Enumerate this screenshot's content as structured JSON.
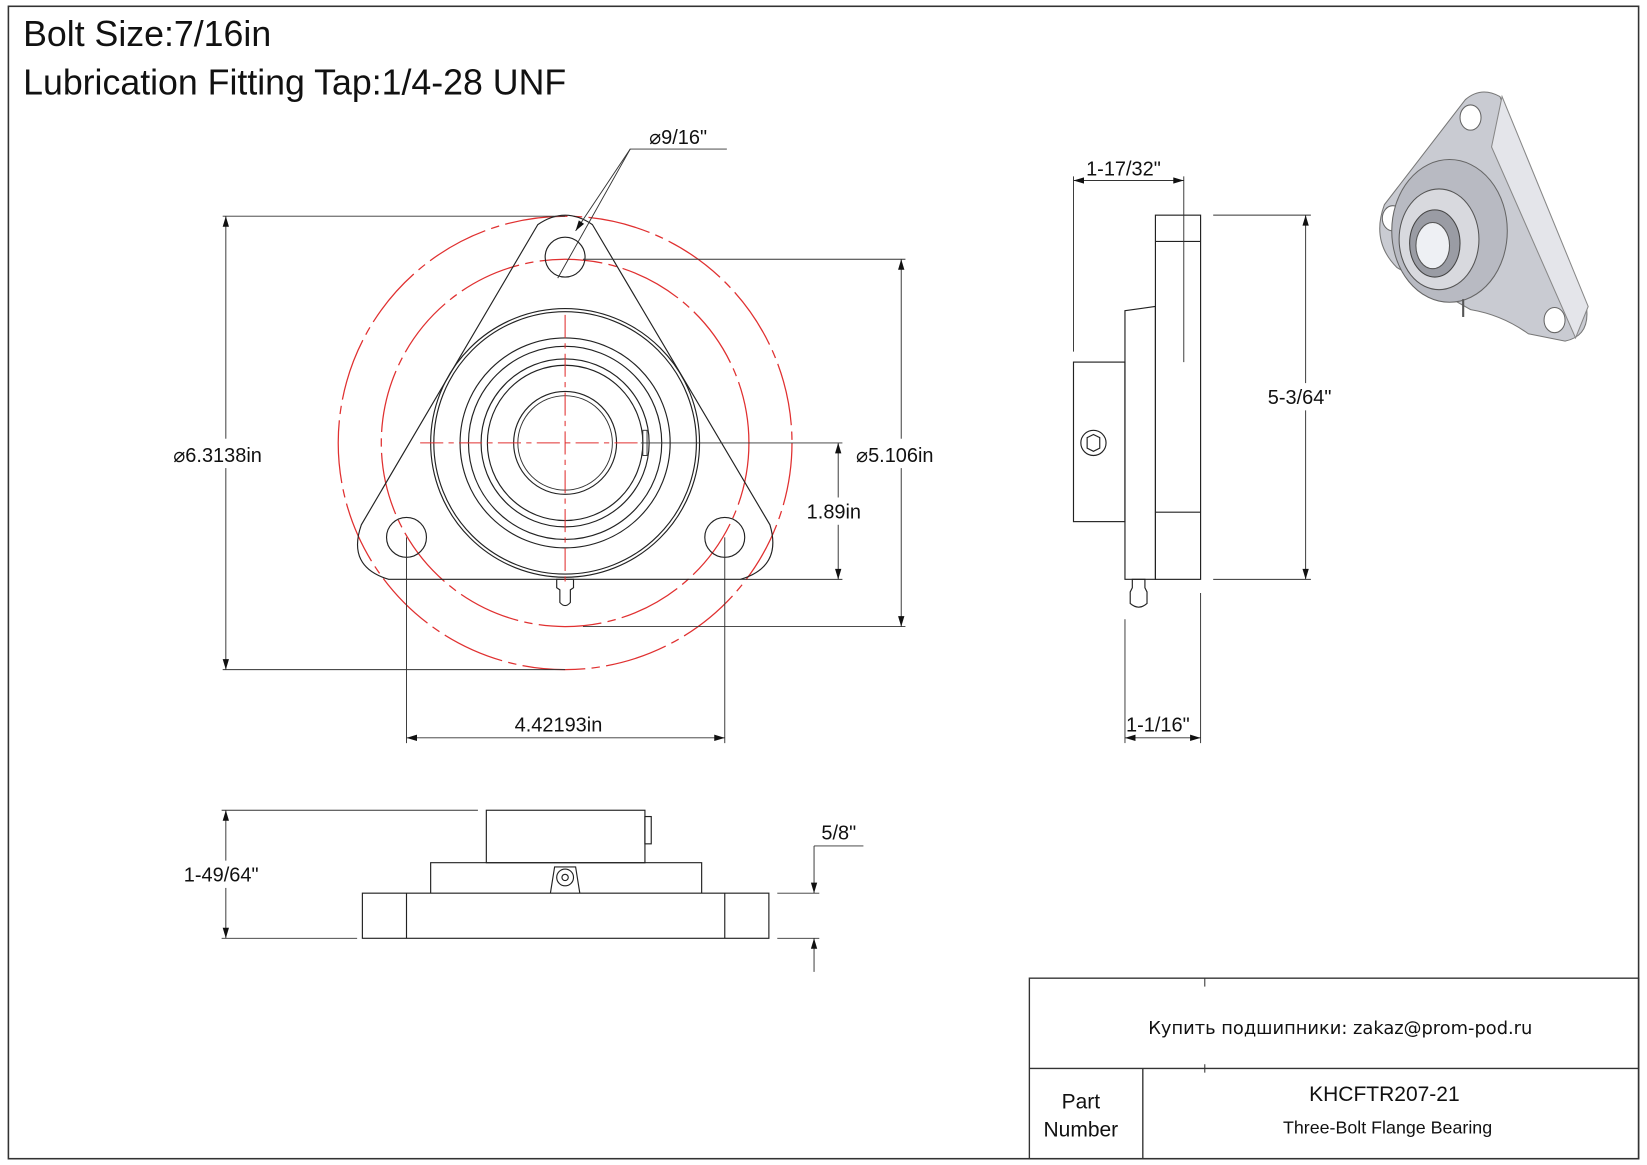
{
  "header": {
    "bolt_size": "Bolt Size:7/16in",
    "lubrication": "Lubrication Fitting Tap:1/4-28 UNF"
  },
  "dimensions": {
    "hole_dia": "⌀9/16\"",
    "outer_dia": "⌀6.3138in",
    "bolt_circle_dia": "⌀5.106in",
    "center_to_base": "1.89in",
    "hole_spacing": "4.42193in",
    "side_width": "1-17/32\"",
    "side_height": "5-3/64\"",
    "flange_thickness": "1-1/16\"",
    "overall_height": "1-49/64\"",
    "base_thickness": "5/8\""
  },
  "title_block": {
    "contact": "Купить подшипники: zakaz@prom-pod.ru",
    "part_label_1": "Part",
    "part_label_2": "Number",
    "part_number": "KHCFTR207-21",
    "description": "Three-Bolt Flange Bearing"
  },
  "colors": {
    "centerline": "#e03030",
    "line": "#222222"
  }
}
